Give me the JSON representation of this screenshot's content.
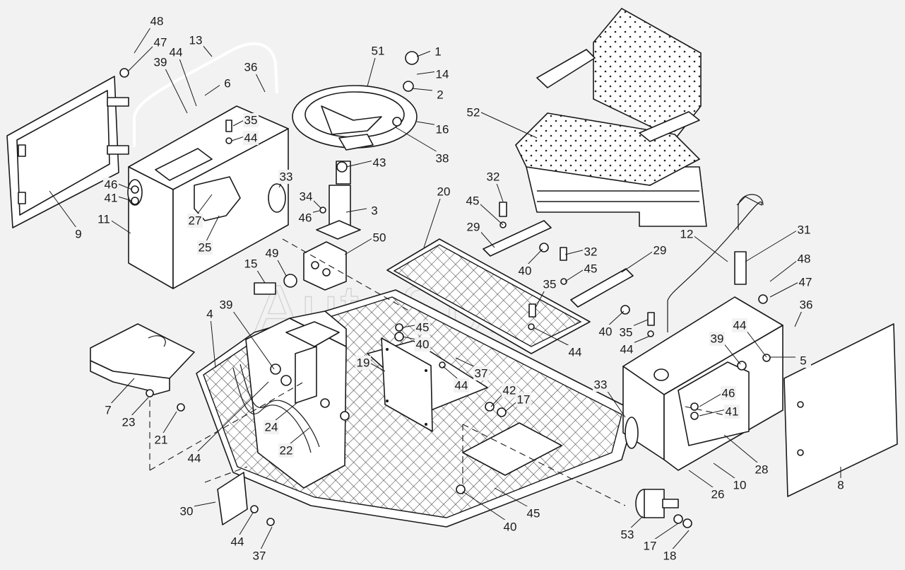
{
  "diagram": {
    "watermark": "AutoSoft",
    "parts": [
      {
        "id": "cap-knob",
        "label": "1"
      },
      {
        "id": "lever-base",
        "label": "2"
      },
      {
        "id": "steering-column",
        "label": "3"
      },
      {
        "id": "floor-plate",
        "label": "4"
      },
      {
        "id": "hinge-right",
        "label": "5"
      },
      {
        "id": "hinge-left",
        "label": "6"
      },
      {
        "id": "left-cover",
        "label": "7"
      },
      {
        "id": "right-door",
        "label": "8"
      },
      {
        "id": "left-door",
        "label": "9"
      },
      {
        "id": "right-box",
        "label": "10"
      },
      {
        "id": "left-box",
        "label": "11"
      },
      {
        "id": "right-handrail",
        "label": "12"
      },
      {
        "id": "left-handrail",
        "label": "13"
      },
      {
        "id": "o-ring-knob",
        "label": "14"
      },
      {
        "id": "fitting",
        "label": "15"
      },
      {
        "id": "knob-nut",
        "label": "16"
      },
      {
        "id": "washer-17a",
        "label": "17"
      },
      {
        "id": "washer-17b",
        "label": "17"
      },
      {
        "id": "nut-18",
        "label": "18"
      },
      {
        "id": "panel-19",
        "label": "19"
      },
      {
        "id": "mat-20",
        "label": "20"
      },
      {
        "id": "bolt-21",
        "label": "21"
      },
      {
        "id": "hose-22",
        "label": "22"
      },
      {
        "id": "washer-23",
        "label": "23"
      },
      {
        "id": "hose-24",
        "label": "24"
      },
      {
        "id": "plate-25",
        "label": "25"
      },
      {
        "id": "plate-26",
        "label": "26"
      },
      {
        "id": "plate-27",
        "label": "27"
      },
      {
        "id": "plate-28",
        "label": "28"
      },
      {
        "id": "bracket-29a",
        "label": "29"
      },
      {
        "id": "bracket-29b",
        "label": "29"
      },
      {
        "id": "cover-30",
        "label": "30"
      },
      {
        "id": "post-31",
        "label": "31"
      },
      {
        "id": "bolt-32a",
        "label": "32"
      },
      {
        "id": "bolt-32b",
        "label": "32"
      },
      {
        "id": "bolt-33a",
        "label": "33"
      },
      {
        "id": "bolt-33b",
        "label": "33"
      },
      {
        "id": "bolt-34",
        "label": "34"
      },
      {
        "id": "bolt-35a",
        "label": "35"
      },
      {
        "id": "bolt-35b",
        "label": "35"
      },
      {
        "id": "bolt-35c",
        "label": "35"
      },
      {
        "id": "bolt-36a",
        "label": "36"
      },
      {
        "id": "bolt-36b",
        "label": "36"
      },
      {
        "id": "bolt-37a",
        "label": "37"
      },
      {
        "id": "bolt-37b",
        "label": "37"
      },
      {
        "id": "screw-38",
        "label": "38"
      },
      {
        "id": "nut-39a",
        "label": "39"
      },
      {
        "id": "nut-39b",
        "label": "39"
      },
      {
        "id": "nut-39c",
        "label": "39"
      },
      {
        "id": "nut-40a",
        "label": "40"
      },
      {
        "id": "nut-40b",
        "label": "40"
      },
      {
        "id": "nut-40c",
        "label": "40"
      },
      {
        "id": "nut-40d",
        "label": "40"
      },
      {
        "id": "washer-41a",
        "label": "41"
      },
      {
        "id": "washer-41b",
        "label": "41"
      },
      {
        "id": "nut-42",
        "label": "42"
      },
      {
        "id": "nut-43",
        "label": "43"
      },
      {
        "id": "washer-44a",
        "label": "44"
      },
      {
        "id": "washer-44b",
        "label": "44"
      },
      {
        "id": "washer-44c",
        "label": "44"
      },
      {
        "id": "washer-44d",
        "label": "44"
      },
      {
        "id": "washer-44e",
        "label": "44"
      },
      {
        "id": "washer-44f",
        "label": "44"
      },
      {
        "id": "washer-44g",
        "label": "44"
      },
      {
        "id": "washer-44h",
        "label": "44"
      },
      {
        "id": "washer-45a",
        "label": "45"
      },
      {
        "id": "washer-45b",
        "label": "45"
      },
      {
        "id": "washer-45c",
        "label": "45"
      },
      {
        "id": "washer-45d",
        "label": "45"
      },
      {
        "id": "washer-46a",
        "label": "46"
      },
      {
        "id": "washer-46b",
        "label": "46"
      },
      {
        "id": "washer-46c",
        "label": "46"
      },
      {
        "id": "washer-47a",
        "label": "47"
      },
      {
        "id": "washer-47b",
        "label": "47"
      },
      {
        "id": "pin-48a",
        "label": "48"
      },
      {
        "id": "pin-48b",
        "label": "48"
      },
      {
        "id": "o-ring-49",
        "label": "49"
      },
      {
        "id": "valve-50",
        "label": "50"
      },
      {
        "id": "steering-wheel",
        "label": "51"
      },
      {
        "id": "seat",
        "label": "52"
      },
      {
        "id": "damper-53",
        "label": "53"
      }
    ]
  }
}
